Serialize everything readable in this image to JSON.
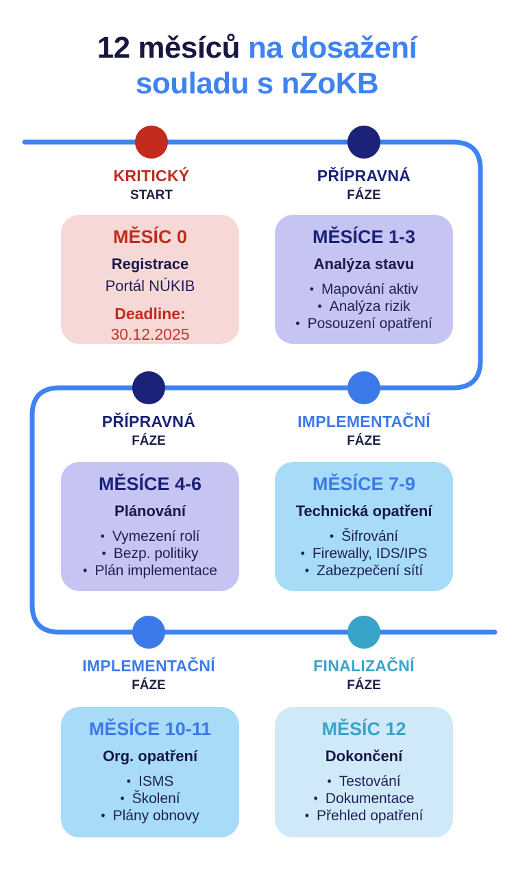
{
  "title": {
    "dark": "12 měsíců",
    "accent": "na dosažení",
    "line2": "souladu s nZoKB"
  },
  "glyphs": {
    "bullet": "•"
  },
  "colors": {
    "title_dark_navy": "#17173f",
    "accent_blue": "#3f83f2",
    "navy": "#1b2277",
    "blue": "#3d7ae9",
    "red": "#c22b1e",
    "teal": "#39a4ca",
    "body_navy": "#1e1e55",
    "card_pink": "#f6d8d7",
    "card_lavender": "#c6c4f3",
    "card_blue": "#a7dbf8",
    "card_blue_light": "#d0e9f9"
  },
  "timeline_dots": [
    {
      "name": "month-0",
      "color": "#c22b1e"
    },
    {
      "name": "months-1-3",
      "color": "#1b2277"
    },
    {
      "name": "months-4-6",
      "color": "#1b2277"
    },
    {
      "name": "months-7-9",
      "color": "#3d7ae9"
    },
    {
      "name": "months-10-11",
      "color": "#3d7ae9"
    },
    {
      "name": "month-12",
      "color": "#39a4ca"
    }
  ],
  "phases": [
    {
      "title": "KRITICKÝ",
      "subtitle": "START"
    },
    {
      "title": "PŘÍPRAVNÁ",
      "subtitle": "FÁZE"
    },
    {
      "title": "PŘÍPRAVNÁ",
      "subtitle": "FÁZE"
    },
    {
      "title": "IMPLEMENTAČNÍ",
      "subtitle": "FÁZE"
    },
    {
      "title": "IMPLEMENTAČNÍ",
      "subtitle": "FÁZE"
    },
    {
      "title": "FINALIZAČNÍ",
      "subtitle": "FÁZE"
    }
  ],
  "cards": [
    {
      "title": "MĚSÍC 0",
      "subtitle": "Registrace",
      "line": "Portál NÚKIB",
      "deadline_label": "Deadline:",
      "deadline_value": "30.12.2025"
    },
    {
      "title": "MĚSÍCE 1-3",
      "subtitle": "Analýza stavu",
      "items": [
        "Mapování aktiv",
        "Analýza rizik",
        "Posouzení opatření"
      ]
    },
    {
      "title": "MĚSÍCE 4-6",
      "subtitle": "Plánování",
      "items": [
        "Vymezení rolí",
        "Bezp. politiky",
        "Plán implementace"
      ]
    },
    {
      "title": "MĚSÍCE 7-9",
      "subtitle": "Technická opatření",
      "items": [
        "Šifrování",
        "Firewally, IDS/IPS",
        "Zabezpečení sítí"
      ]
    },
    {
      "title": "MĚSÍCE 10-11",
      "subtitle": "Org. opatření",
      "items": [
        "ISMS",
        "Školení",
        "Plány obnovy"
      ]
    },
    {
      "title": "MĚSÍC 12",
      "subtitle": "Dokončení",
      "items": [
        "Testování",
        "Dokumentace",
        "Přehled opatření"
      ]
    }
  ]
}
